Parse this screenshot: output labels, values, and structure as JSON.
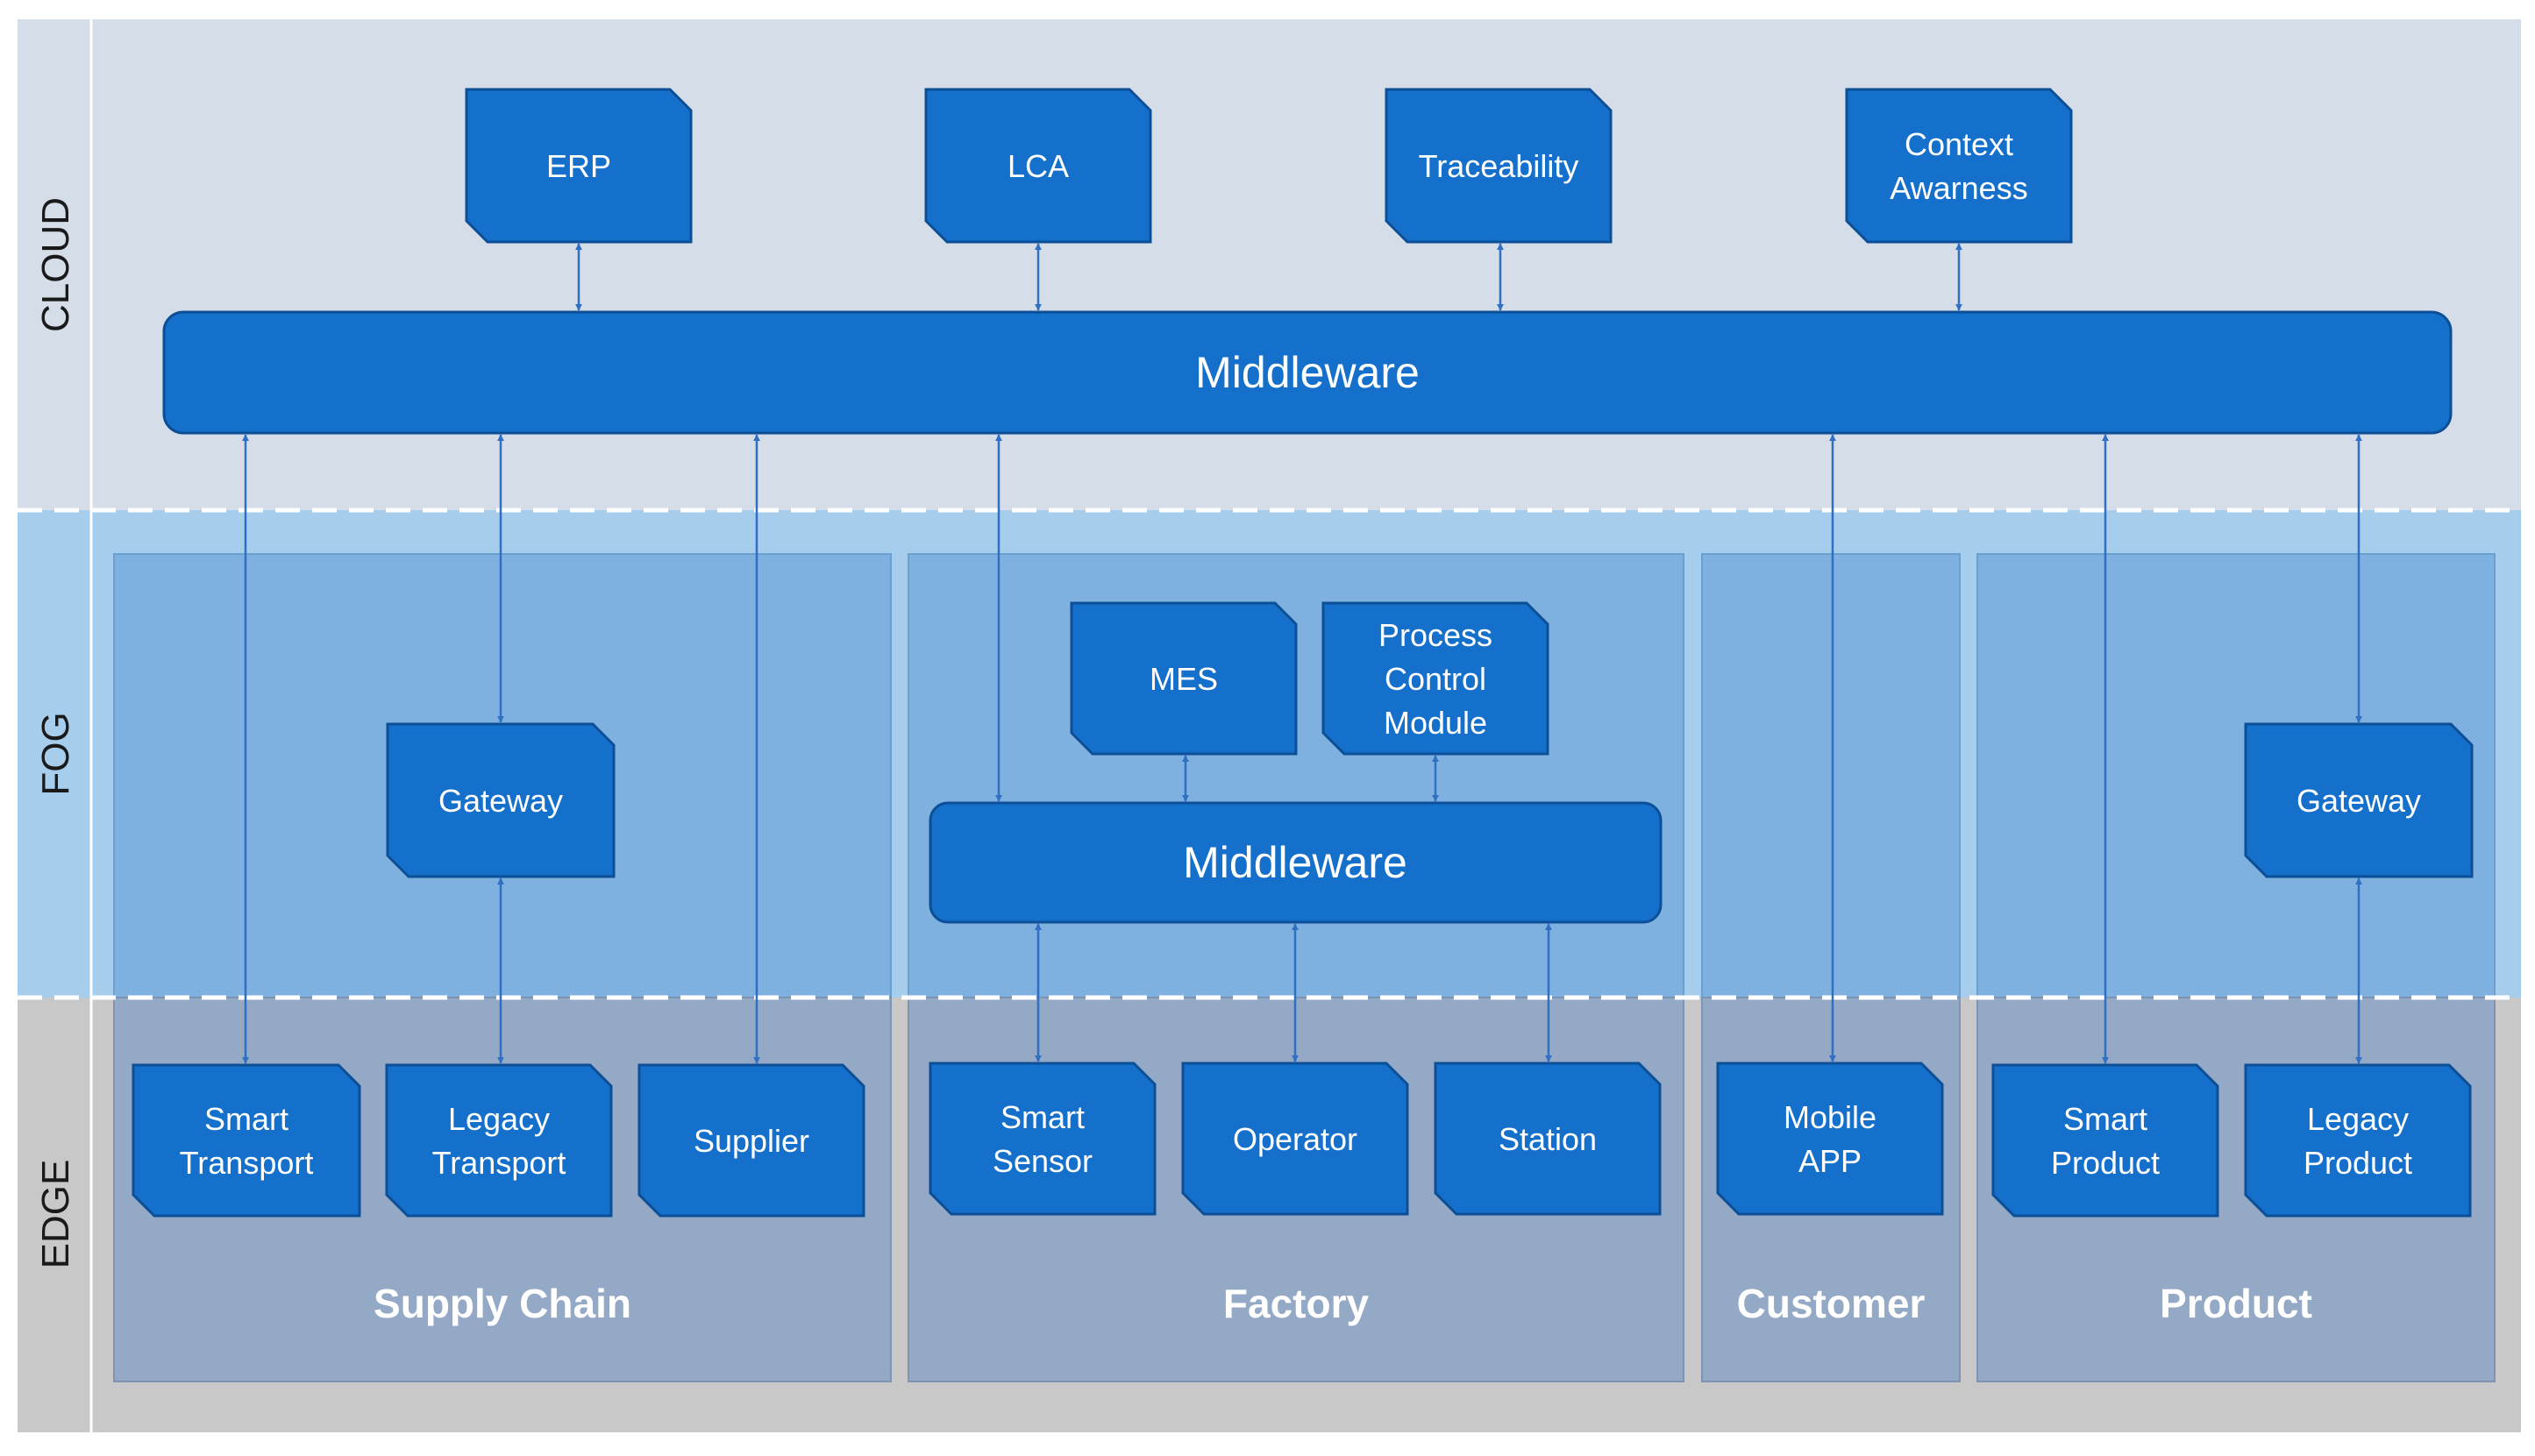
{
  "layers": {
    "cloud": "CLOUD",
    "fog": "FOG",
    "edge": "EDGE"
  },
  "cloud": {
    "apps": [
      {
        "lines": [
          "ERP"
        ]
      },
      {
        "lines": [
          "LCA"
        ]
      },
      {
        "lines": [
          "Traceability"
        ]
      },
      {
        "lines": [
          "Context",
          "Awarness"
        ]
      }
    ],
    "middleware": "Middleware"
  },
  "domains": {
    "supply_chain": {
      "title": "Supply Chain",
      "gateway": "Gateway",
      "edge_nodes": [
        {
          "lines": [
            "Smart",
            "Transport"
          ]
        },
        {
          "lines": [
            "Legacy",
            "Transport"
          ]
        },
        {
          "lines": [
            "Supplier"
          ]
        }
      ]
    },
    "factory": {
      "title": "Factory",
      "fog_nodes": [
        {
          "lines": [
            "MES"
          ]
        },
        {
          "lines": [
            "Process",
            "Control",
            "Module"
          ]
        }
      ],
      "middleware": "Middleware",
      "edge_nodes": [
        {
          "lines": [
            "Smart",
            "Sensor"
          ]
        },
        {
          "lines": [
            "Operator"
          ]
        },
        {
          "lines": [
            "Station"
          ]
        }
      ]
    },
    "customer": {
      "title": "Customer",
      "edge_nodes": [
        {
          "lines": [
            "Mobile",
            "APP"
          ]
        }
      ]
    },
    "product": {
      "title": "Product",
      "gateway": "Gateway",
      "edge_nodes": [
        {
          "lines": [
            "Smart",
            "Product"
          ]
        },
        {
          "lines": [
            "Legacy",
            "Product"
          ]
        }
      ]
    }
  },
  "colors": {
    "cloud_bg": "#d5dde8",
    "fog_bg": "#a6cdec",
    "edge_bg": "#c8c8c8",
    "fog_panel": "#7fb1e0",
    "edge_panel": "#94a9c6",
    "node": "#1570cc",
    "node_border": "#0c4f96",
    "link": "#2f6fc4"
  }
}
